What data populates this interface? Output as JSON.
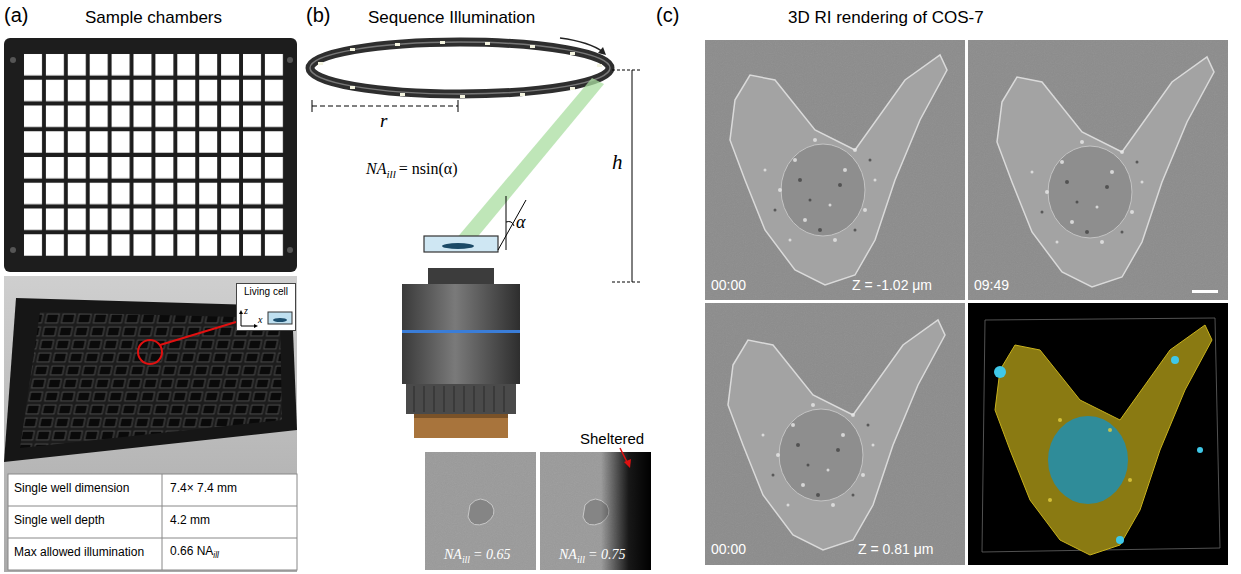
{
  "diagram": {
    "nodes": [
      {
        "text": [
          "Living cell"
        ]
      }
    ],
    "labels": [
      "(a)",
      "Sample chambers",
      "z",
      "x",
      "Single well dimension",
      "7.4× 7.4 mm",
      "Single well depth",
      "4.2 mm",
      "Max allowed illumination",
      "0.66 NA",
      "ill",
      "(b)",
      "Sequence Illumination",
      "r",
      "h",
      "NA",
      "ill",
      "= nsin(α)",
      "α",
      "Sheltered",
      "NA",
      "ill",
      "= 0.65",
      "NA",
      "ill",
      "= 0.75",
      "(c)",
      "3D RI rendering of COS-7",
      "00:00",
      "Z = -1.02 μm",
      "09:49",
      "00:00",
      "Z = 0.81 μm"
    ]
  }
}
